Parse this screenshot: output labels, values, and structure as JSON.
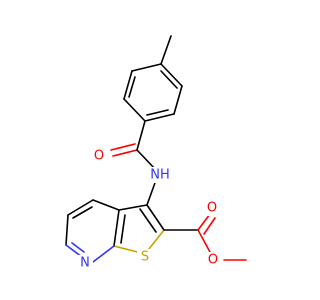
{
  "molecule": {
    "atoms": [
      {
        "id": "a1",
        "symbol": "O",
        "color": "#ff0000"
      },
      {
        "id": "a2",
        "symbol": "NH",
        "color": "#3333ff"
      },
      {
        "id": "a3",
        "symbol": "O",
        "color": "#ff0000"
      },
      {
        "id": "a4",
        "symbol": "O",
        "color": "#ff0000"
      },
      {
        "id": "a5",
        "symbol": "S",
        "color": "#c8a400"
      },
      {
        "id": "a6",
        "symbol": "N",
        "color": "#3333ff"
      }
    ]
  }
}
